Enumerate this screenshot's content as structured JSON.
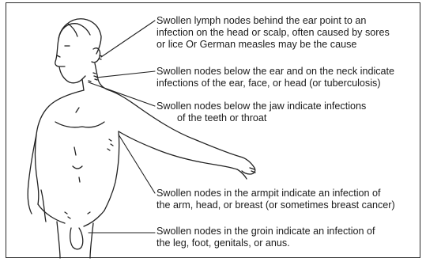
{
  "annotations": [
    {
      "id": "behind-ear",
      "lines": [
        "Swollen lymph nodes behind the ear point to an",
        "infection on the head or scalp, often caused by sores",
        "or lice  Or German measles may be the cause"
      ]
    },
    {
      "id": "below-ear-neck",
      "lines": [
        "Swollen nodes below the ear and on the neck indicate",
        "infections of the ear, face, or head (or tuberculosis)"
      ]
    },
    {
      "id": "below-jaw",
      "lines": [
        "Swollen nodes below the  jaw indicate infections",
        "of the teeth or throat"
      ]
    },
    {
      "id": "armpit",
      "lines": [
        "Swollen nodes in the armpit indicate an infection of",
        "the arm, head, or breast (or sometimes breast cancer)"
      ]
    },
    {
      "id": "groin",
      "lines": [
        "Swollen nodes in the groin indicate an infection of",
        "the leg, foot, genitals, or anus."
      ]
    }
  ]
}
